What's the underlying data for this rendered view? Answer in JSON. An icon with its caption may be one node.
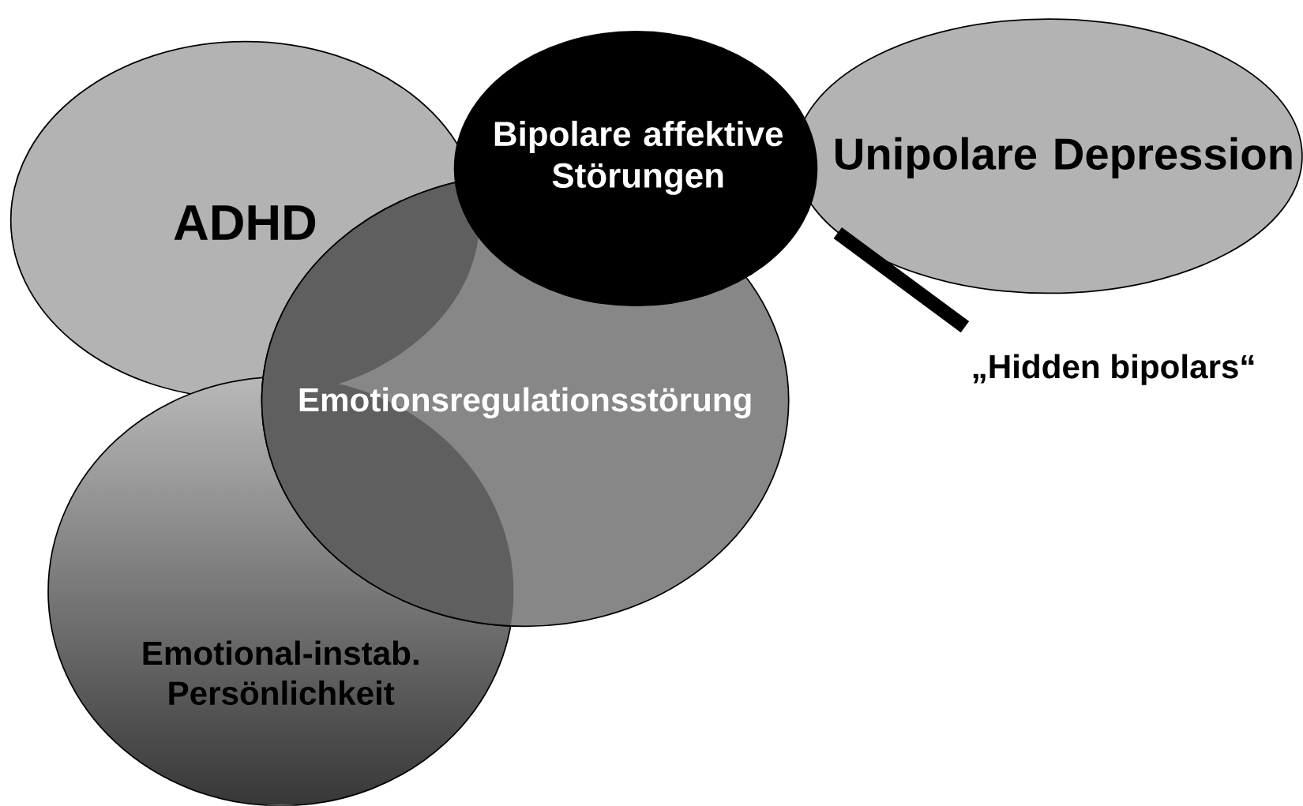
{
  "diagram": {
    "nodes": [
      {
        "text": [
          "ADHD"
        ]
      },
      {
        "text": [
          "Bipolare affektive Störungen"
        ]
      },
      {
        "text": [
          "Unipolare Depression"
        ]
      },
      {
        "text": [
          "Emotionsregulationsstörung"
        ]
      },
      {
        "text": [
          "Emotional-instab. Persönlichkeit"
        ]
      },
      {
        "text": [
          "„Hidden bipolars“"
        ]
      }
    ],
    "edges": [
      {
        "from": 5,
        "to": 2,
        "arrow": "none"
      }
    ]
  }
}
